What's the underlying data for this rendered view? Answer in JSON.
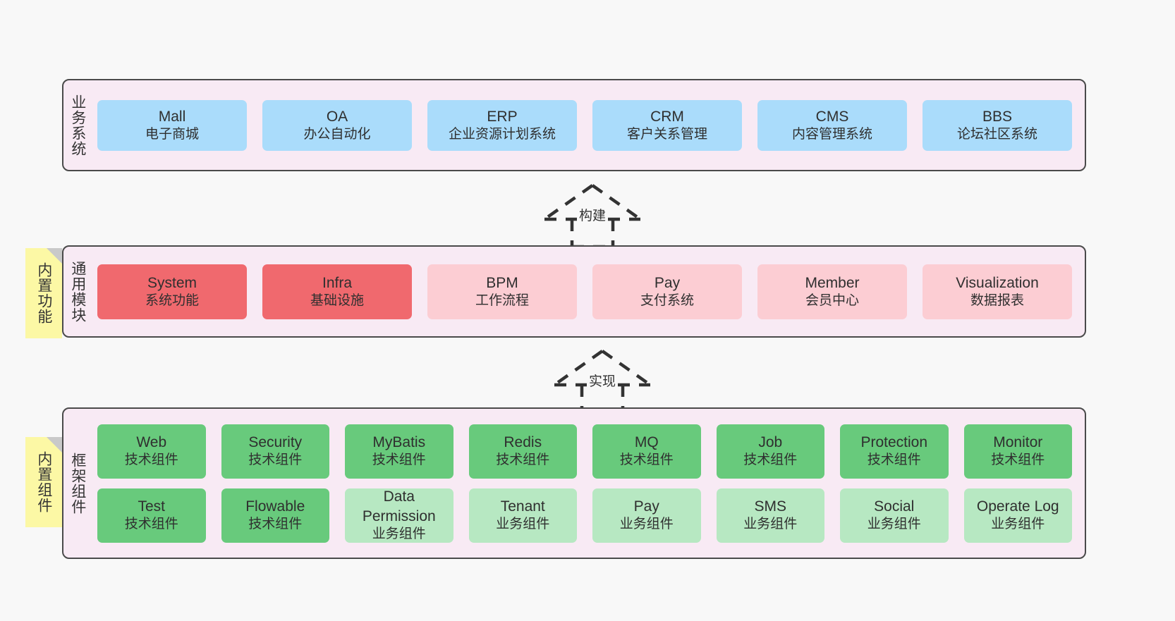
{
  "diagram": {
    "background_color": "#f8f8f8",
    "layer_background_color": "#f8eaf4",
    "layer_border_color": "#4a4a4a",
    "note_color": "#fcf8a5"
  },
  "layers": [
    {
      "id": "business-system",
      "title": "业务系统",
      "rows": [
        {
          "items": [
            {
              "en": "Mall",
              "cn": "电子商城",
              "style": "box-blue"
            },
            {
              "en": "OA",
              "cn": "办公自动化",
              "style": "box-blue"
            },
            {
              "en": "ERP",
              "cn": "企业资源计划系统",
              "style": "box-blue"
            },
            {
              "en": "CRM",
              "cn": "客户关系管理",
              "style": "box-blue"
            },
            {
              "en": "CMS",
              "cn": "内容管理系统",
              "style": "box-blue"
            },
            {
              "en": "BBS",
              "cn": "论坛社区系统",
              "style": "box-blue"
            }
          ]
        }
      ]
    },
    {
      "id": "common-module",
      "title": "通用模块",
      "note": "内置功能",
      "rows": [
        {
          "items": [
            {
              "en": "System",
              "cn": "系统功能",
              "style": "box-red-strong"
            },
            {
              "en": "Infra",
              "cn": "基础设施",
              "style": "box-red-strong"
            },
            {
              "en": "BPM",
              "cn": "工作流程",
              "style": "box-red-soft"
            },
            {
              "en": "Pay",
              "cn": "支付系统",
              "style": "box-red-soft"
            },
            {
              "en": "Member",
              "cn": "会员中心",
              "style": "box-red-soft"
            },
            {
              "en": "Visualization",
              "cn": "数据报表",
              "style": "box-red-soft"
            }
          ]
        }
      ]
    },
    {
      "id": "framework-component",
      "title": "框架组件",
      "note": "内置组件",
      "rows": [
        {
          "items": [
            {
              "en": "Web",
              "cn": "技术组件",
              "style": "box-green-strong"
            },
            {
              "en": "Security",
              "cn": "技术组件",
              "style": "box-green-strong"
            },
            {
              "en": "MyBatis",
              "cn": "技术组件",
              "style": "box-green-strong"
            },
            {
              "en": "Redis",
              "cn": "技术组件",
              "style": "box-green-strong"
            },
            {
              "en": "MQ",
              "cn": "技术组件",
              "style": "box-green-strong"
            },
            {
              "en": "Job",
              "cn": "技术组件",
              "style": "box-green-strong"
            },
            {
              "en": "Protection",
              "cn": "技术组件",
              "style": "box-green-strong"
            },
            {
              "en": "Monitor",
              "cn": "技术组件",
              "style": "box-green-strong"
            }
          ]
        },
        {
          "items": [
            {
              "en": "Test",
              "cn": "技术组件",
              "style": "box-green-strong"
            },
            {
              "en": "Flowable",
              "cn": "技术组件",
              "style": "box-green-strong"
            },
            {
              "en": "Data Permission",
              "cn": "业务组件",
              "style": "box-green-soft"
            },
            {
              "en": "Tenant",
              "cn": "业务组件",
              "style": "box-green-soft"
            },
            {
              "en": "Pay",
              "cn": "业务组件",
              "style": "box-green-soft"
            },
            {
              "en": "SMS",
              "cn": "业务组件",
              "style": "box-green-soft"
            },
            {
              "en": "Social",
              "cn": "业务组件",
              "style": "box-green-soft"
            },
            {
              "en": "Operate Log",
              "cn": "业务组件",
              "style": "box-green-soft"
            }
          ]
        }
      ]
    }
  ],
  "connectors": [
    {
      "id": "build",
      "label": "构建"
    },
    {
      "id": "implement",
      "label": "实现"
    }
  ]
}
